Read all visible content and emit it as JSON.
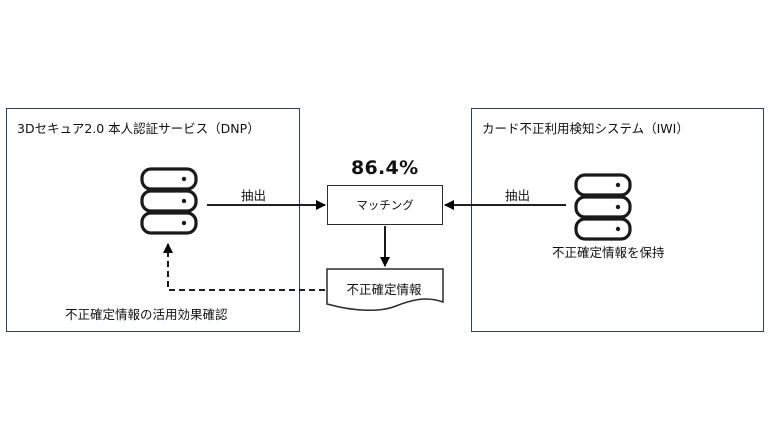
{
  "left_system": {
    "title": "3Dセキュア2.0 本人認証サービス（DNP）",
    "caption": "不正確定情報の活用効果確認",
    "icon": "database-icon"
  },
  "right_system": {
    "title": "カード不正利用検知システム（IWI）",
    "caption": "不正確定情報を保持",
    "icon": "database-icon"
  },
  "center": {
    "match_rate": "86.4%",
    "process_label": "マッチング",
    "output_label": "不正確定情報"
  },
  "flows": {
    "extract_left": "抽出",
    "extract_right": "抽出"
  },
  "colors": {
    "system_border": "#2f3f55",
    "line": "#000000"
  }
}
